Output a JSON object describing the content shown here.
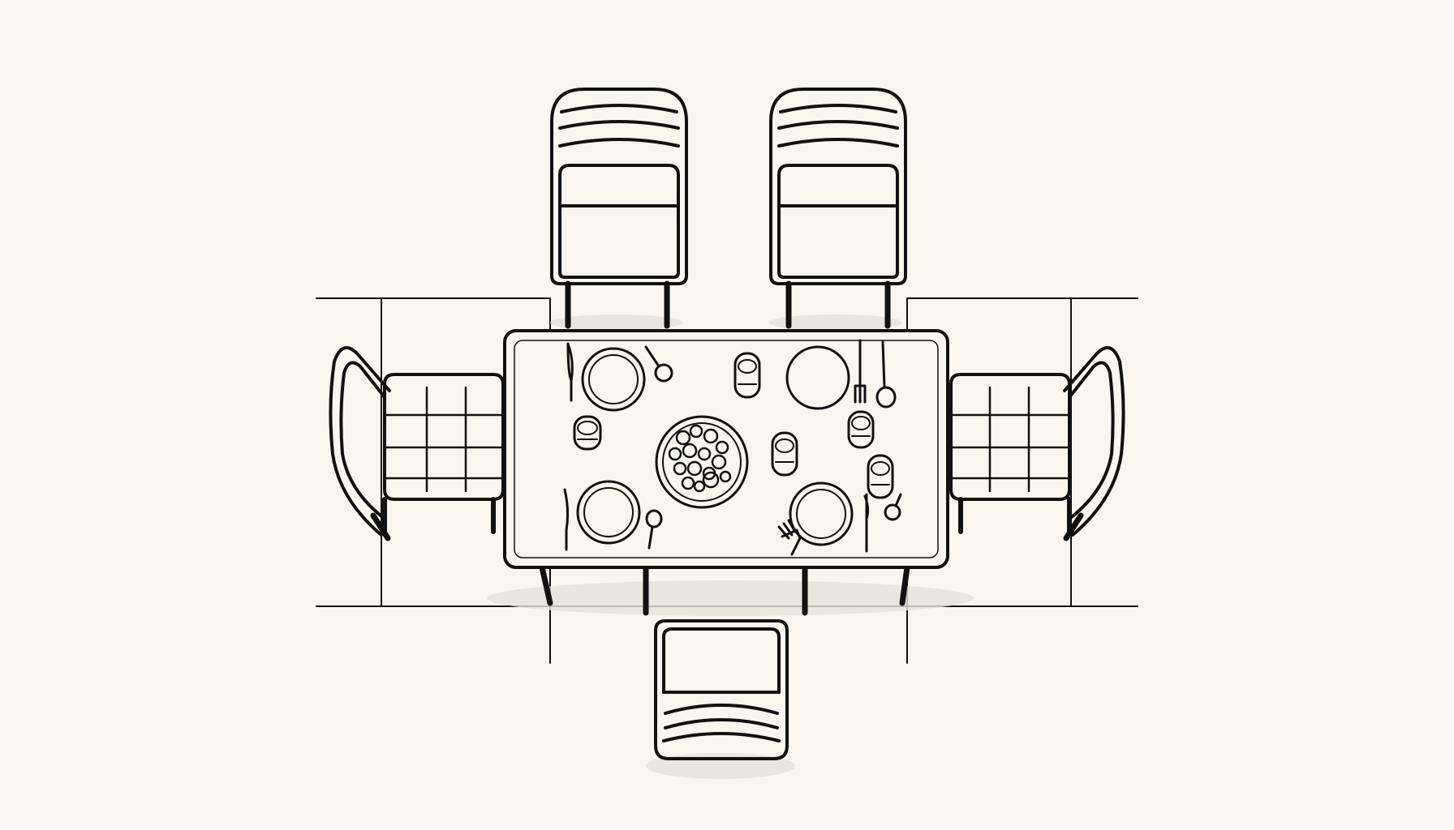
{
  "colors": {
    "background": "#f8f6ee",
    "ink": "#111111",
    "shadow": "#e4e2da"
  },
  "scene": {
    "subject": "dining-table-top-view",
    "chairs": [
      {
        "id": "top-left",
        "side": "top"
      },
      {
        "id": "top-right",
        "side": "top"
      },
      {
        "id": "left",
        "side": "left"
      },
      {
        "id": "right",
        "side": "right"
      },
      {
        "id": "bottom",
        "side": "bottom"
      }
    ],
    "place_settings": [
      {
        "id": "top-left",
        "items": [
          "plate",
          "knife",
          "spoon"
        ]
      },
      {
        "id": "top-right",
        "items": [
          "plate",
          "fork",
          "spoon"
        ]
      },
      {
        "id": "bottom-left",
        "items": [
          "plate",
          "knife",
          "spoon"
        ]
      },
      {
        "id": "bottom-right",
        "items": [
          "plate",
          "fork",
          "knife",
          "spoon"
        ]
      }
    ],
    "centerpiece": "food-bowl",
    "cup_count": 5
  }
}
